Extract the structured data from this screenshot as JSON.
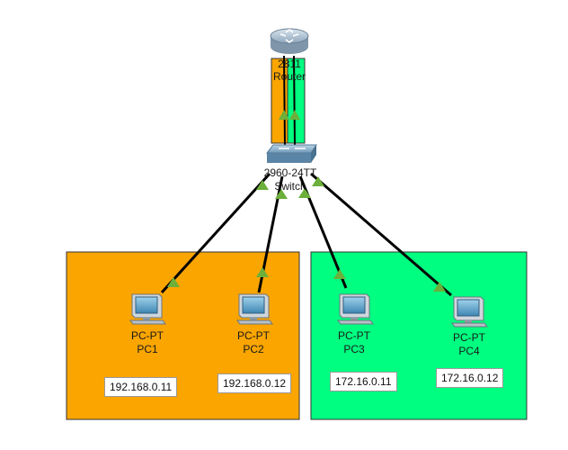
{
  "colors": {
    "lan_a": "#FAA500",
    "lan_b": "#00FF80",
    "link": "#000000",
    "link_ok": "#6CAF3A"
  },
  "router": {
    "model": "2811",
    "name": "Router",
    "icon": "router-icon"
  },
  "switch": {
    "model": "2960-24TT",
    "name": "Switch",
    "icon": "switch-icon"
  },
  "pcs": [
    {
      "model": "PC-PT",
      "name": "PC1",
      "ip": "192.168.0.11",
      "icon": "pc-icon"
    },
    {
      "model": "PC-PT",
      "name": "PC2",
      "ip": "192.168.0.12",
      "icon": "pc-icon"
    },
    {
      "model": "PC-PT",
      "name": "PC3",
      "ip": "172.16.0.11",
      "icon": "pc-icon"
    },
    {
      "model": "PC-PT",
      "name": "PC4",
      "ip": "172.16.0.12",
      "icon": "pc-icon"
    }
  ]
}
